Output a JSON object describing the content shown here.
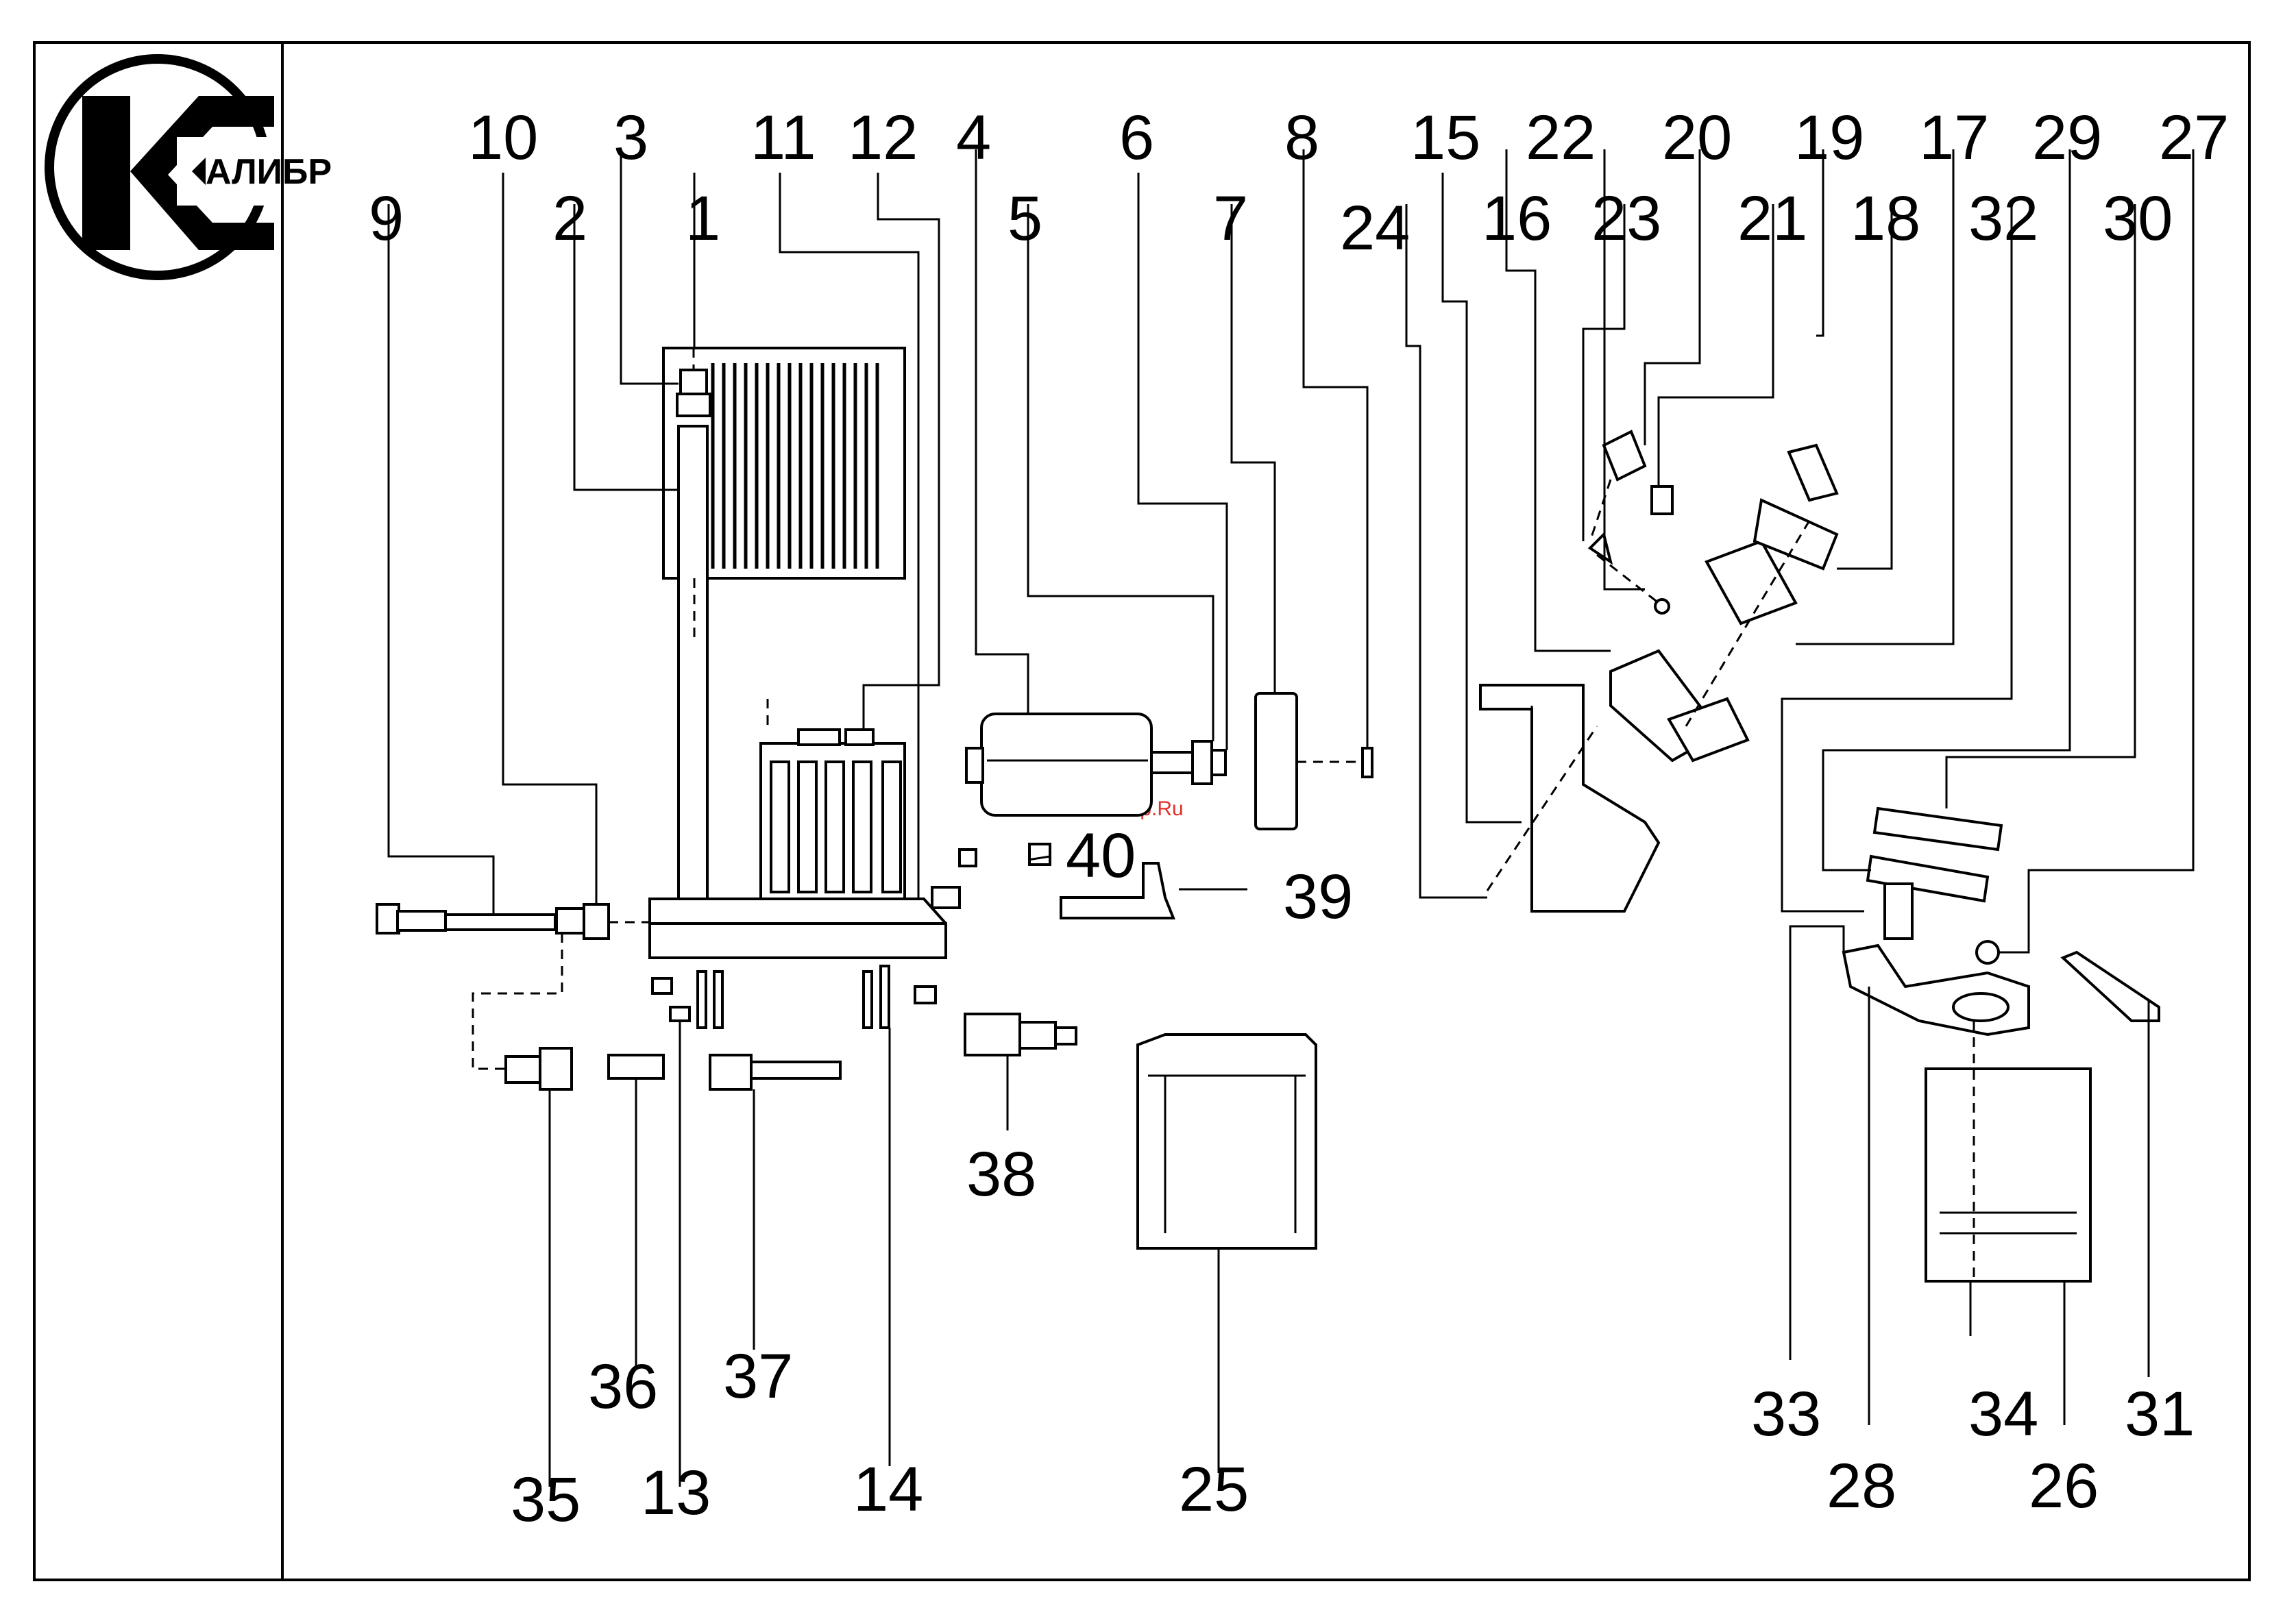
{
  "logo": {
    "text": "АЛИБР",
    "mark": "К"
  },
  "watermark": "McGrp.Ru",
  "callouts": [
    "1",
    "2",
    "3",
    "4",
    "5",
    "6",
    "7",
    "8",
    "9",
    "10",
    "11",
    "12",
    "13",
    "14",
    "15",
    "16",
    "17",
    "18",
    "19",
    "20",
    "21",
    "22",
    "23",
    "24",
    "25",
    "26",
    "27",
    "28",
    "29",
    "30",
    "31",
    "32",
    "33",
    "34",
    "35",
    "36",
    "37",
    "38",
    "39",
    "40"
  ]
}
